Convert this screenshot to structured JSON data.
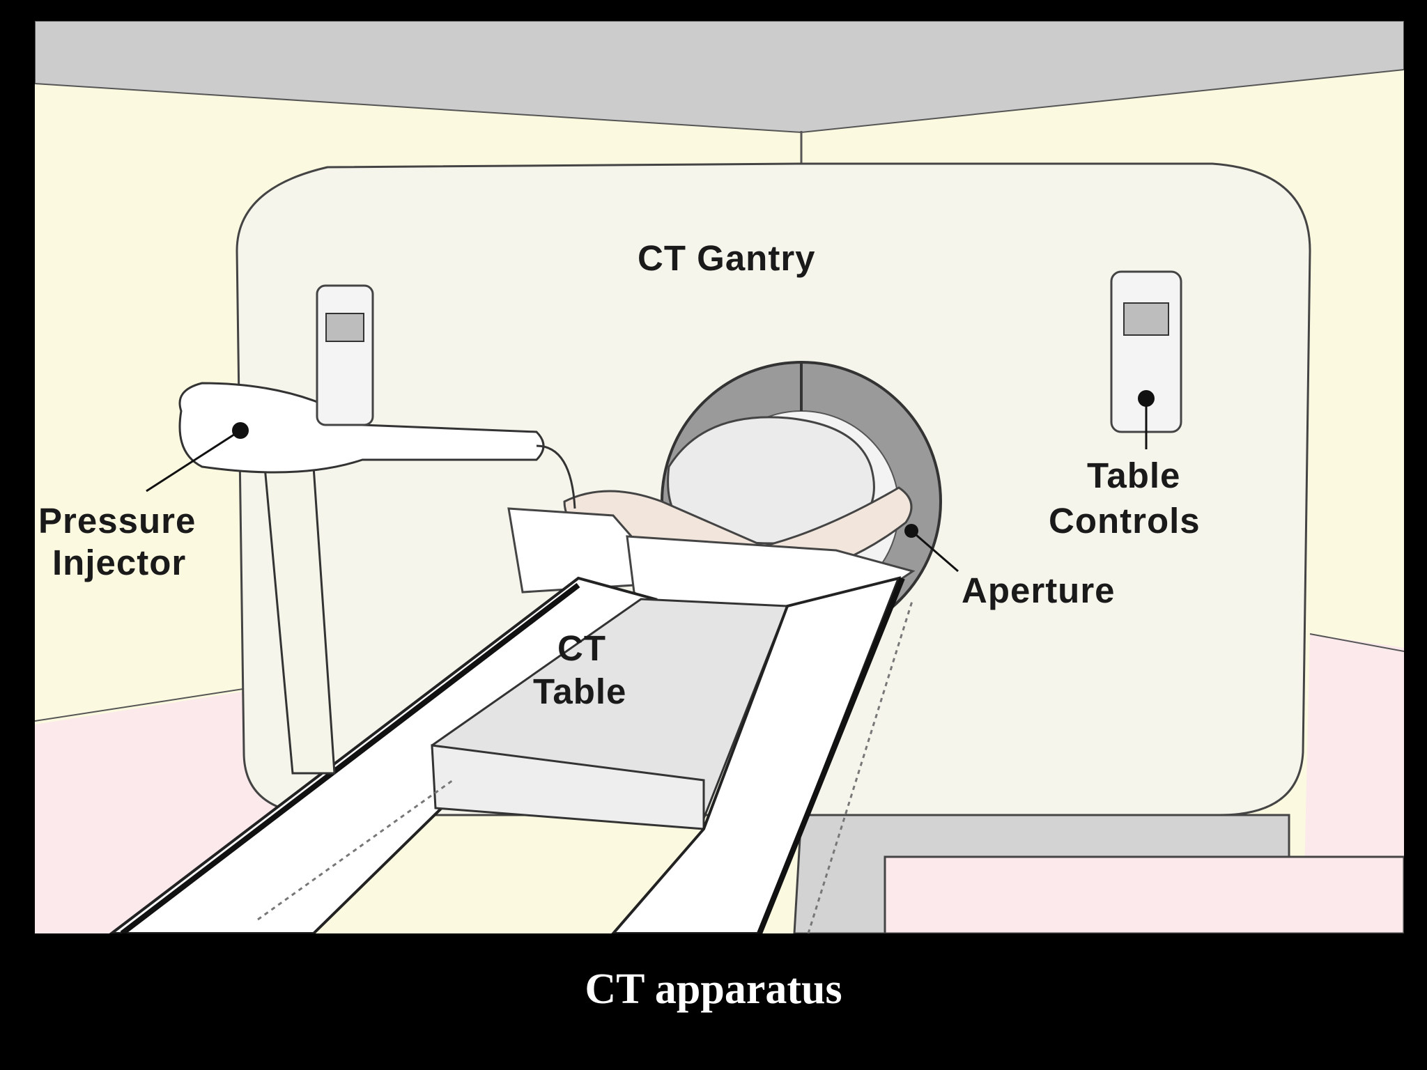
{
  "diagram": {
    "labels": {
      "gantry": "CT Gantry",
      "table_controls_line1": "Table",
      "table_controls_line2": "Controls",
      "pressure_injector_line1": "Pressure",
      "pressure_injector_line2": "Injector",
      "aperture": "Aperture",
      "ct_table_line1": "CT",
      "ct_table_line2": "Table"
    },
    "colors": {
      "background": "#000000",
      "wall": "#fbf9e0",
      "ceiling": "#cccccc",
      "floor": "#fbe9ec",
      "gantry": "#f6f5ec",
      "aperture_ring": "#9a9a9a",
      "table_top": "#e6e6e6"
    }
  },
  "caption": "CT apparatus"
}
